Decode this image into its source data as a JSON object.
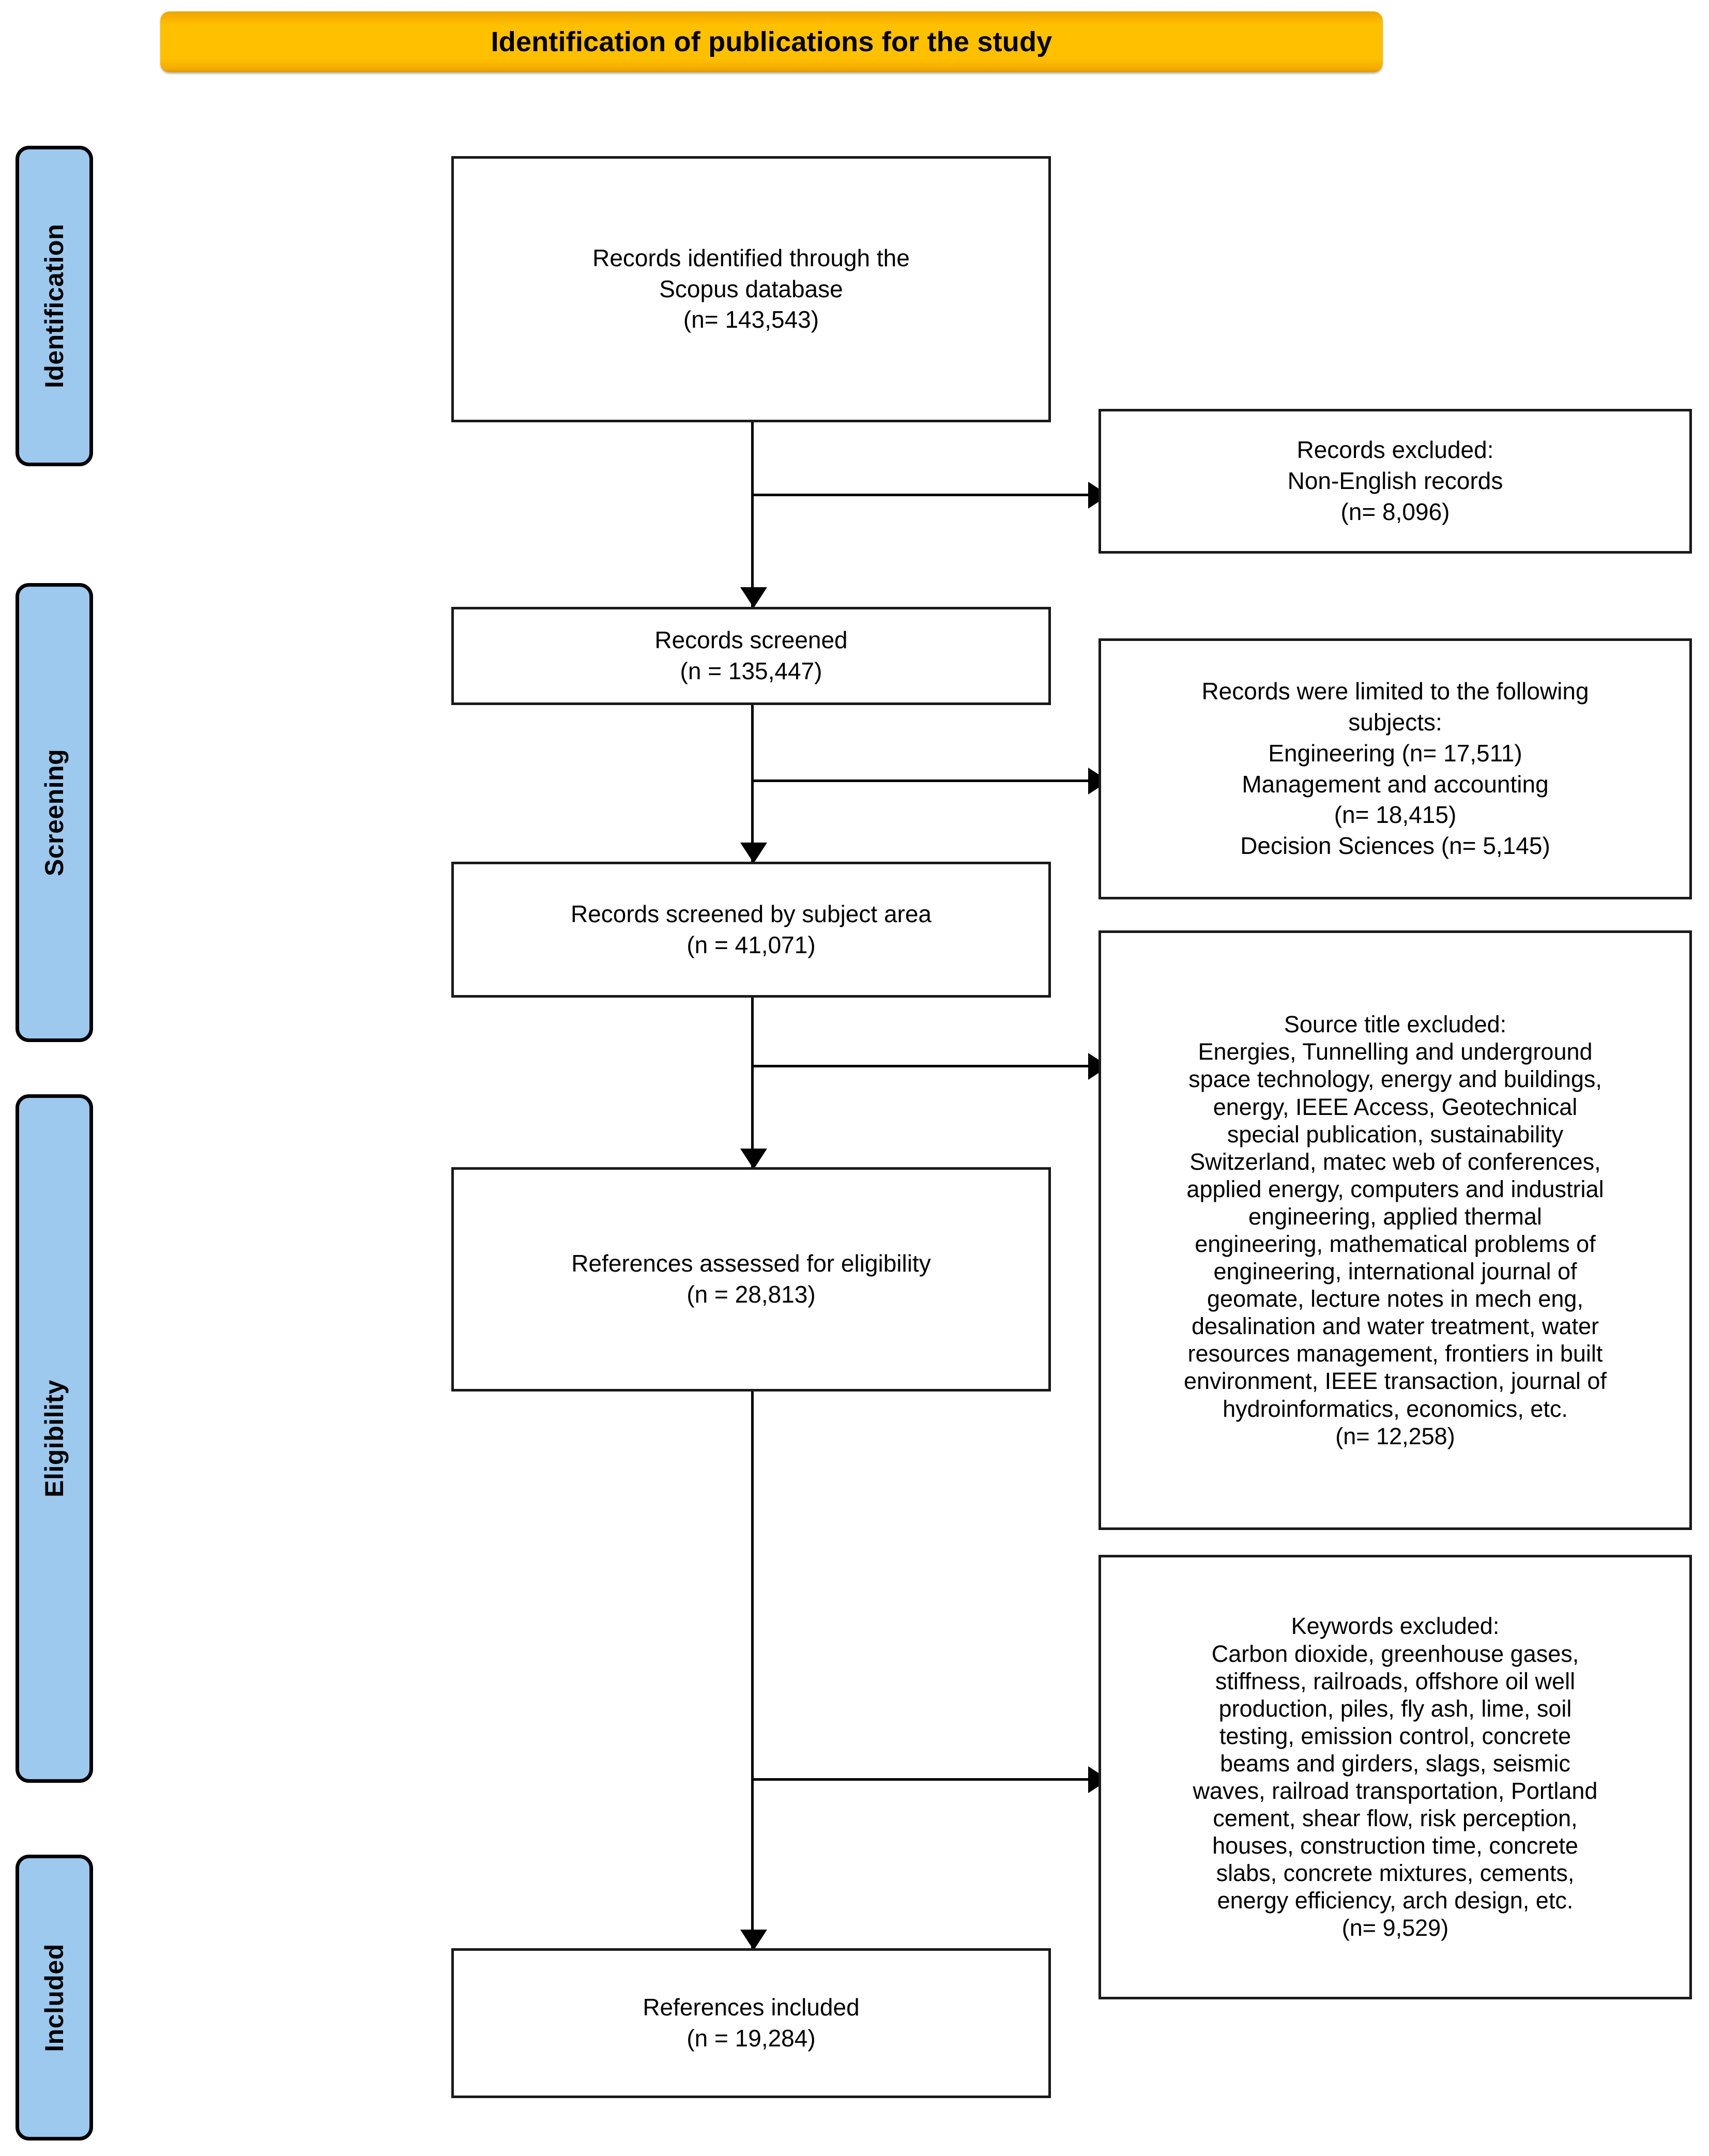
{
  "title": {
    "text": "Identification of publications for the study"
  },
  "colors": {
    "banner": "#FFC000",
    "stage_bar": "#9DC9EE",
    "box_border": "#1A1A1A",
    "background": "#FFFFFF"
  },
  "stages": [
    {
      "label": "Identification"
    },
    {
      "label": "Screening"
    },
    {
      "label": "Eligibility"
    },
    {
      "label": "Included"
    }
  ],
  "flow": {
    "identified": {
      "text": "Records identified through the\nScopus database\n(n= 143,543)"
    },
    "screened": {
      "text": "Records screened\n(n = 135,447)"
    },
    "screened_by_subject": {
      "text": "Records screened by subject area\n(n = 41,071)"
    },
    "assessed": {
      "text": "References assessed for eligibility\n(n = 28,813)"
    },
    "included": {
      "text": "References included\n(n = 19,284)"
    }
  },
  "exclusions": {
    "non_english": {
      "text": "Records excluded:\nNon-English records\n(n= 8,096)"
    },
    "subjects": {
      "text": "Records were limited to the following\nsubjects:\nEngineering (n= 17,511)\nManagement and accounting\n(n= 18,415)\nDecision Sciences (n= 5,145)"
    },
    "source_titles": {
      "text": "Source title excluded:\nEnergies, Tunnelling and underground\nspace technology, energy and buildings,\nenergy, IEEE Access, Geotechnical\nspecial publication, sustainability\nSwitzerland, matec web of conferences,\napplied energy, computers and industrial\nengineering, applied thermal\nengineering, mathematical problems of\nengineering, international journal of\ngeomate, lecture notes in mech eng,\ndesalination and water treatment, water\nresources management, frontiers in built\nenvironment, IEEE transaction, journal of\nhydroinformatics, economics, etc.\n(n= 12,258)"
    },
    "keywords": {
      "text": "Keywords excluded:\nCarbon dioxide, greenhouse gases,\nstiffness, railroads, offshore oil well\nproduction, piles, fly ash, lime, soil\ntesting, emission control, concrete\nbeams and girders, slags, seismic\nwaves, railroad transportation, Portland\ncement, shear flow, risk perception,\nhouses, construction time, concrete\nslabs, concrete mixtures, cements,\nenergy efficiency, arch design, etc.\n(n= 9,529)"
    }
  },
  "chart_data": {
    "type": "diagram",
    "title": "Identification of publications for the study",
    "diagram_kind": "PRISMA flow diagram",
    "stages": [
      "Identification",
      "Screening",
      "Eligibility",
      "Included"
    ],
    "nodes": [
      {
        "id": "identified",
        "stage": "Identification",
        "label": "Records identified through the Scopus database",
        "n": 143543
      },
      {
        "id": "screened",
        "stage": "Screening",
        "label": "Records screened",
        "n": 135447
      },
      {
        "id": "screened_by_subject",
        "stage": "Screening",
        "label": "Records screened by subject area",
        "n": 41071
      },
      {
        "id": "assessed",
        "stage": "Eligibility",
        "label": "References assessed for eligibility",
        "n": 28813
      },
      {
        "id": "included",
        "stage": "Included",
        "label": "References included",
        "n": 19284
      }
    ],
    "exclusions": [
      {
        "id": "non_english",
        "label": "Records excluded: Non-English records",
        "n": 8096,
        "from": "identified"
      },
      {
        "id": "subjects",
        "label": "Records were limited to the following subjects",
        "n_total": 41071,
        "breakdown": [
          {
            "subject": "Engineering",
            "n": 17511
          },
          {
            "subject": "Management and accounting",
            "n": 18415
          },
          {
            "subject": "Decision Sciences",
            "n": 5145
          }
        ],
        "from": "screened"
      },
      {
        "id": "source_titles",
        "label": "Source title excluded",
        "n": 12258,
        "from": "screened_by_subject"
      },
      {
        "id": "keywords",
        "label": "Keywords excluded",
        "n": 9529,
        "from": "assessed"
      }
    ],
    "edges": [
      {
        "from": "identified",
        "to": "screened"
      },
      {
        "from": "identified",
        "to": "non_english"
      },
      {
        "from": "screened",
        "to": "screened_by_subject"
      },
      {
        "from": "screened",
        "to": "subjects"
      },
      {
        "from": "screened_by_subject",
        "to": "assessed"
      },
      {
        "from": "screened_by_subject",
        "to": "source_titles"
      },
      {
        "from": "assessed",
        "to": "included"
      },
      {
        "from": "assessed",
        "to": "keywords"
      }
    ]
  }
}
